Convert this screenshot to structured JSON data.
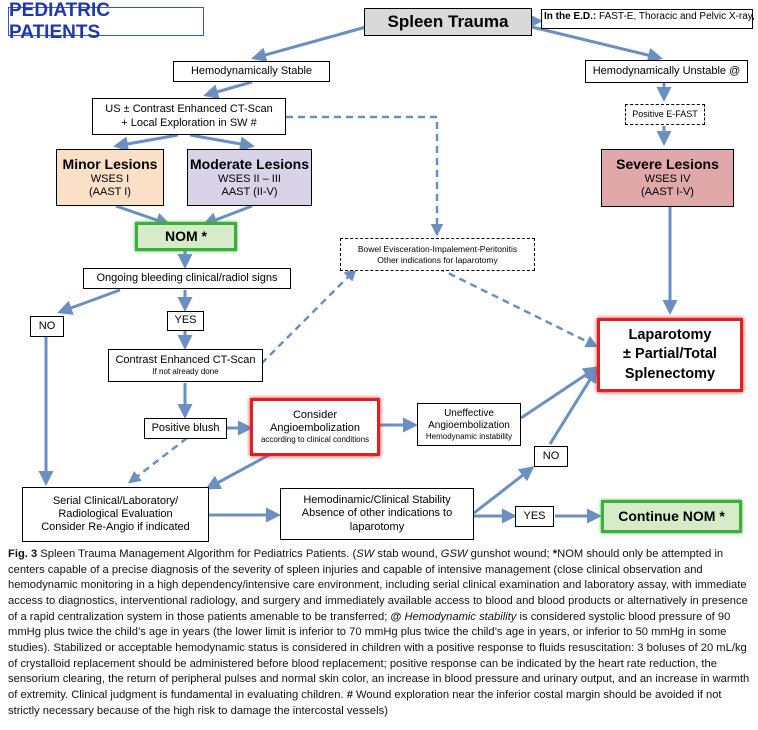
{
  "title": "PEDIATRIC PATIENTS",
  "nodes": {
    "spleen_trauma": "Spleen Trauma",
    "ed_note_bold": "In the E.D.:",
    "ed_note_rest": " FAST-E, Thoracic and Pelvic X-ray,",
    "hemo_stable": "Hemodynamically Stable",
    "hemo_unstable": "Hemodynamically Unstable @",
    "us_ct_line1": "US ± Contrast Enhanced CT-Scan",
    "us_ct_line2": "+ Local Exploration in SW #",
    "positive_efast": "Positive E-FAST",
    "minor_title": "Minor Lesions",
    "minor_line1": "WSES I",
    "minor_line2": "(AAST I)",
    "moderate_title": "Moderate Lesions",
    "moderate_line1": "WSES II – III",
    "moderate_line2": "AAST (II-V)",
    "severe_title": "Severe Lesions",
    "severe_line1": "WSES IV",
    "severe_line2": "(AAST I-V)",
    "nom": "NOM *",
    "bowel_line1": "Bowel Evisceration-Impalement-Peritonitis",
    "bowel_line2": "Other indications for laparotomy",
    "ongoing": "Ongoing bleeding clinical/radiol signs",
    "no1": "NO",
    "yes1": "YES",
    "laparotomy_line1": "Laparotomy",
    "laparotomy_line2": "± Partial/Total",
    "laparotomy_line3": "Splenectomy",
    "cect_title": "Contrast Enhanced CT-Scan",
    "cect_sub": "If not already done",
    "pos_blush": "Positive blush",
    "angio_line1": "Consider",
    "angio_line2": "Angioembolization",
    "angio_sub": "according to clinical conditions",
    "uneff_line1": "Uneffective",
    "uneff_line2": "Angioembolization",
    "uneff_sub": "Hemodynamic instability",
    "no2": "NO",
    "serial_line1": "Serial Clinical/Laboratory/",
    "serial_line2": "Radiological Evaluation",
    "serial_line3": "Consider Re-Angio if indicated",
    "stability_line1": "Hemodinamic/Clinical Stability",
    "stability_line2": "Absence of other indications to",
    "stability_line3": "laparotomy",
    "yes2": "YES",
    "continue_nom": "Continue NOM *"
  },
  "caption": {
    "fig_label": "Fig. 3",
    "p1": " Spleen Trauma Management Algorithm for Pediatrics Patients. (",
    "sw": "SW",
    "p2": " stab wound, ",
    "gsw": "GSW",
    "p3": " gunshot wound; ",
    "nom_star": "*",
    "p4": "NOM should only be attempted in centers capable of a precise diagnosis of the severity of spleen injuries and capable of intensive management (close clinical observation and hemodynamic monitoring in a high dependency/intensive care environment, including serial clinical examination and laboratory assay, with immediate access to diagnostics, interventional radiology, and surgery and immediately available access to blood and blood products or alternatively in presence of a rapid centralization system in those patients amenable to be transferred; ",
    "at": "@",
    "hs": " Hemodynamic stability",
    "p5": " is considered systolic blood pressure of 90 mmHg plus twice the child’s age in years (the lower limit is inferior to 70 mmHg plus twice the child’s age in years, or inferior to 50 mmHg in some studies). Stabilized or acceptable hemodynamic status is considered in children with a positive response to fluids resuscitation: 3 boluses of 20 mL/kg of crystalloid replacement should be administered before blood replacement; positive response can be indicated by the heart rate reduction, the sensorium clearing, the return of peripheral pulses and normal skin color, an increase in blood pressure and urinary output, and an increase in warmth of extremity. Clinical judgment is fundamental in evaluating children. ",
    "hash": "#",
    "p6": " Wound exploration near the inferior costal margin should be avoided if not strictly necessary because of the high risk to damage the intercostal vessels)"
  },
  "colors": {
    "arrow": "#6a8fc0",
    "title_blue": "#1f3aa8",
    "minor_fill": "#fbe0c8",
    "moderate_fill": "#d9d3e8",
    "severe_fill": "#e0a8a8",
    "nom_fill": "#d6ecc8",
    "red_border": "#e02020",
    "green_border": "#3cae3c",
    "gray_fill": "#d9d9d9"
  }
}
